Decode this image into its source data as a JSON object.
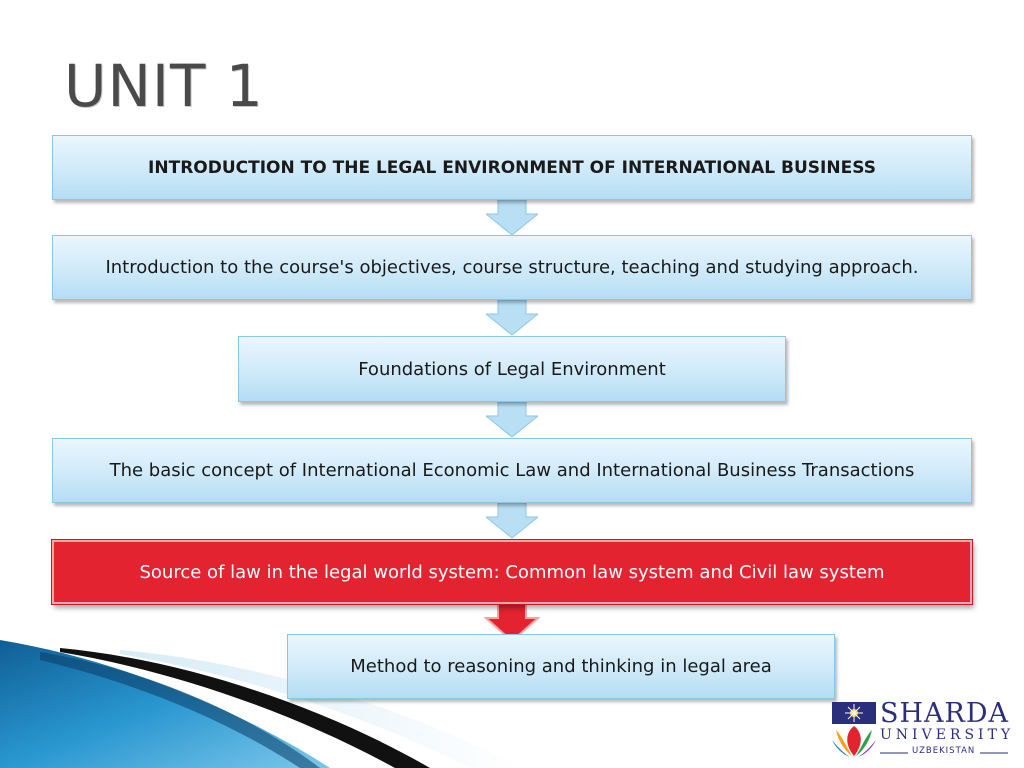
{
  "slide": {
    "title": "UNIT 1"
  },
  "flow": {
    "steps": [
      {
        "label": "INTRODUCTION TO THE LEGAL ENVIRONMENT OF INTERNATIONAL BUSINESS",
        "style": "bold"
      },
      {
        "label": "Introduction to the course's objectives, course structure, teaching and studying approach.",
        "style": "normal"
      },
      {
        "label": "Foundations of Legal Environment",
        "style": "normal"
      },
      {
        "label": "The basic concept of International Economic Law and International Business Transactions",
        "style": "normal"
      },
      {
        "label": "Source of law in the legal world system: Common law system and Civil law system",
        "style": "highlight"
      },
      {
        "label": "Method to reasoning and thinking in legal area",
        "style": "normal"
      }
    ]
  },
  "logo": {
    "name": "SHARDA",
    "sub": "UNIVERSITY",
    "country": "UZBEKISTAN",
    "icon": "sharda-university-emblem-icon"
  },
  "colors": {
    "box_fill": "#cfeaf9",
    "box_border": "#8cc6e6",
    "highlight": "#e3232f",
    "title": "#4a4a4a",
    "logo_blue": "#2b2e7a",
    "deco_blue": "#1f7fb8"
  }
}
